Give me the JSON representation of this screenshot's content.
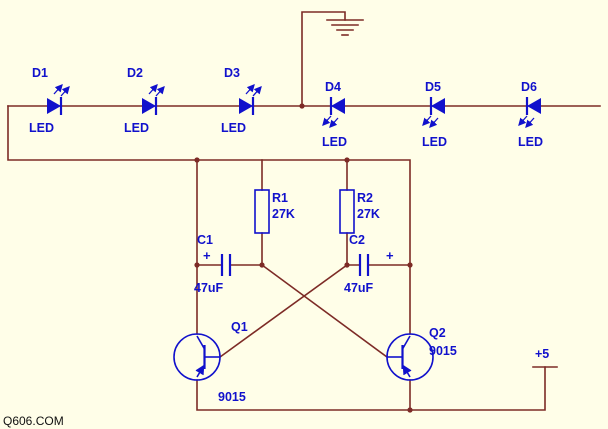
{
  "watermark": "Q606.COM",
  "power": {
    "label": "+5"
  },
  "components": {
    "leds": [
      {
        "ref": "D1",
        "type_label": "LED"
      },
      {
        "ref": "D2",
        "type_label": "LED"
      },
      {
        "ref": "D3",
        "type_label": "LED"
      },
      {
        "ref": "D4",
        "type_label": "LED"
      },
      {
        "ref": "D5",
        "type_label": "LED"
      },
      {
        "ref": "D6",
        "type_label": "LED"
      }
    ],
    "resistors": [
      {
        "ref": "R1",
        "value": "27K"
      },
      {
        "ref": "R2",
        "value": "27K"
      }
    ],
    "capacitors": [
      {
        "ref": "C1",
        "value": "47uF",
        "polarity_mark": "+"
      },
      {
        "ref": "C2",
        "value": "47uF",
        "polarity_mark": "+"
      }
    ],
    "transistors": [
      {
        "ref": "Q1",
        "part": "9015"
      },
      {
        "ref": "Q2",
        "part": "9015"
      }
    ]
  },
  "colors": {
    "background": "#fffee8",
    "wire": "#7d2b26",
    "component": "#1111cc",
    "watermark": "#111111"
  }
}
